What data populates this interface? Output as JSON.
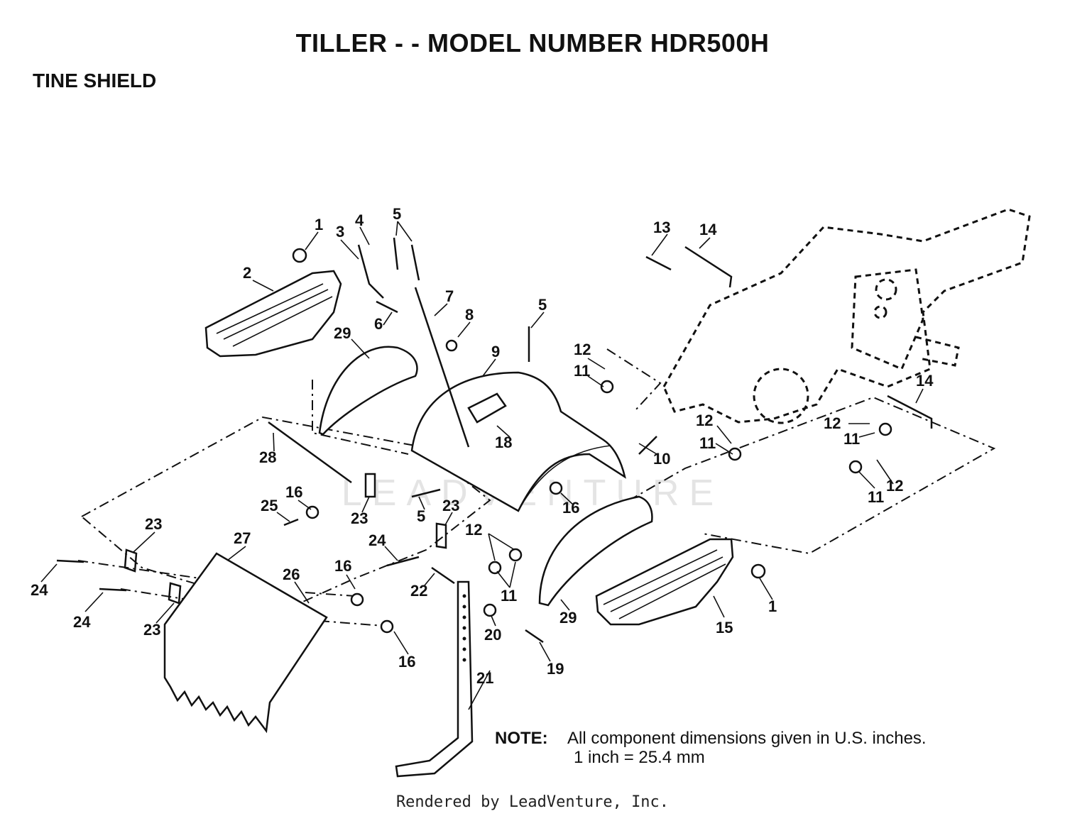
{
  "header": {
    "title": "TILLER - - MODEL NUMBER HDR500H",
    "subtitle": "TINE SHIELD"
  },
  "note": {
    "label": "NOTE:",
    "line1": "All component dimensions given in U.S. inches.",
    "line2": "1 inch = 25.4 mm"
  },
  "footer": {
    "rendered_by": "Rendered by LeadVenture, Inc."
  },
  "watermark": "LEADVENTURE",
  "callouts": [
    "1",
    "2",
    "3",
    "4",
    "5",
    "5",
    "6",
    "7",
    "8",
    "9",
    "29",
    "12",
    "11",
    "13",
    "14",
    "10",
    "18",
    "28",
    "16",
    "25",
    "23",
    "5",
    "23",
    "23",
    "24",
    "27",
    "26",
    "16",
    "24",
    "24",
    "23",
    "16",
    "22",
    "12",
    "11",
    "20",
    "16",
    "21",
    "19",
    "29",
    "15",
    "1",
    "12",
    "11",
    "14",
    "12",
    "11",
    "11",
    "12"
  ]
}
